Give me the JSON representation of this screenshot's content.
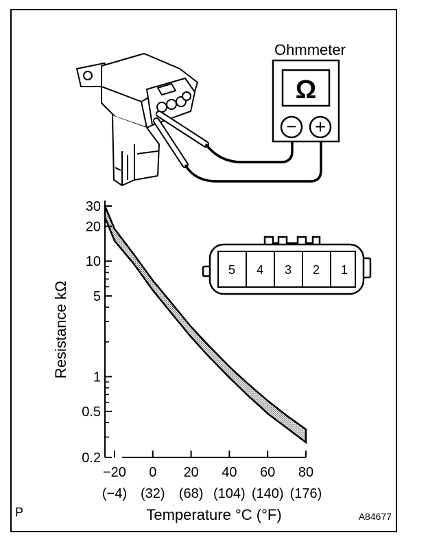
{
  "meter": {
    "label": "Ohmmeter",
    "symbol": "Ω",
    "minus": "−",
    "plus": "+"
  },
  "connector": {
    "pins": [
      "5",
      "4",
      "3",
      "2",
      "1"
    ]
  },
  "footer": {
    "corner_mark": "P",
    "figure_id": "A84677"
  },
  "chart_data": {
    "type": "area",
    "ylabel": "Resistance kΩ",
    "xlabel": "Temperature °C (°F)",
    "y_scale": "log",
    "xlim": [
      -25,
      80
    ],
    "ylim": [
      0.2,
      30
    ],
    "x_ticks": [
      -20,
      0,
      20,
      40,
      60,
      80
    ],
    "x_tick_labels": [
      "−20",
      "0",
      "20",
      "40",
      "60",
      "80"
    ],
    "x_tick_labels_f": [
      "(−4)",
      "(32)",
      "(68)",
      "(104)",
      "(140)",
      "(176)"
    ],
    "y_ticks": [
      0.2,
      0.5,
      1,
      5,
      10,
      20,
      30
    ],
    "y_tick_labels": [
      "0.2",
      "0.5",
      "1",
      "5",
      "10",
      "20",
      "30"
    ],
    "y_minor_ticks": [
      0.3,
      0.4,
      0.6,
      0.7,
      0.8,
      0.9,
      2,
      3,
      4,
      6,
      7,
      8,
      9
    ],
    "band": {
      "x": [
        -25,
        -20,
        -10,
        0,
        10,
        20,
        30,
        40,
        50,
        60,
        70,
        80
      ],
      "lower": [
        24,
        15,
        9.5,
        5.6,
        3.5,
        2.2,
        1.45,
        0.98,
        0.68,
        0.48,
        0.36,
        0.27
      ],
      "upper": [
        30,
        19,
        11.5,
        6.8,
        4.3,
        2.7,
        1.8,
        1.22,
        0.86,
        0.62,
        0.46,
        0.35
      ]
    }
  }
}
